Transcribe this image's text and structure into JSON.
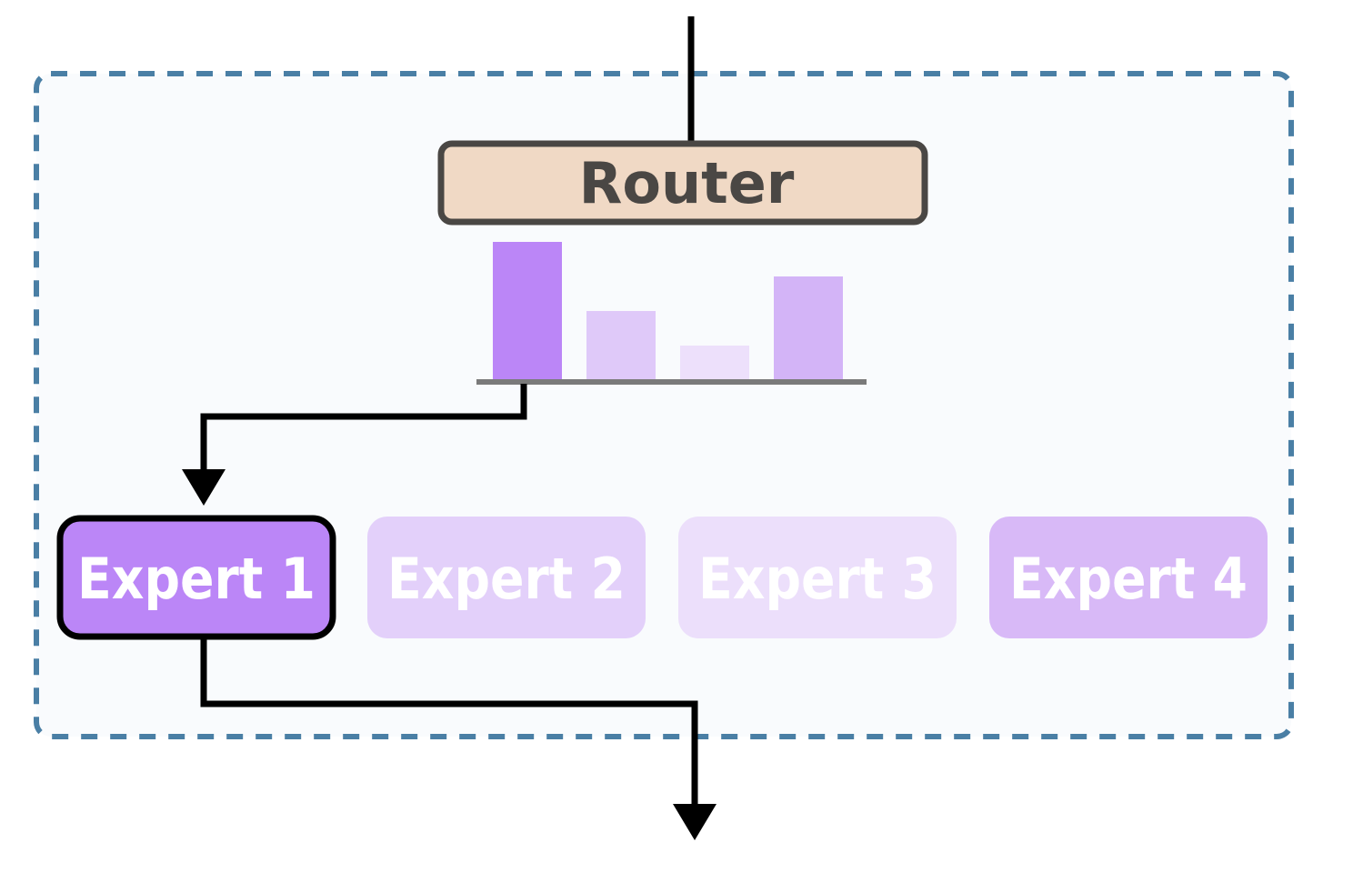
{
  "router": {
    "label": "Router"
  },
  "routing_scores": {
    "values": [
      1.0,
      0.5,
      0.25,
      0.75
    ],
    "bar_colors": [
      "#bb86f7",
      "#dfc9f9",
      "#ede0fb",
      "#d3b4f7"
    ]
  },
  "experts": [
    {
      "label": "Expert 1",
      "selected": true,
      "fill": "#bb86f7"
    },
    {
      "label": "Expert 2",
      "selected": false,
      "fill": "#e3d0fa"
    },
    {
      "label": "Expert 3",
      "selected": false,
      "fill": "#ecdffb"
    },
    {
      "label": "Expert 4",
      "selected": false,
      "fill": "#d8b9f7"
    }
  ],
  "colors": {
    "container_border": "#4a7fa5",
    "container_fill": "#f9fbfd",
    "router_fill": "#f0d9c5",
    "router_border": "#4a4744",
    "arrow": "#000000",
    "baseline": "#7a7a7a"
  }
}
